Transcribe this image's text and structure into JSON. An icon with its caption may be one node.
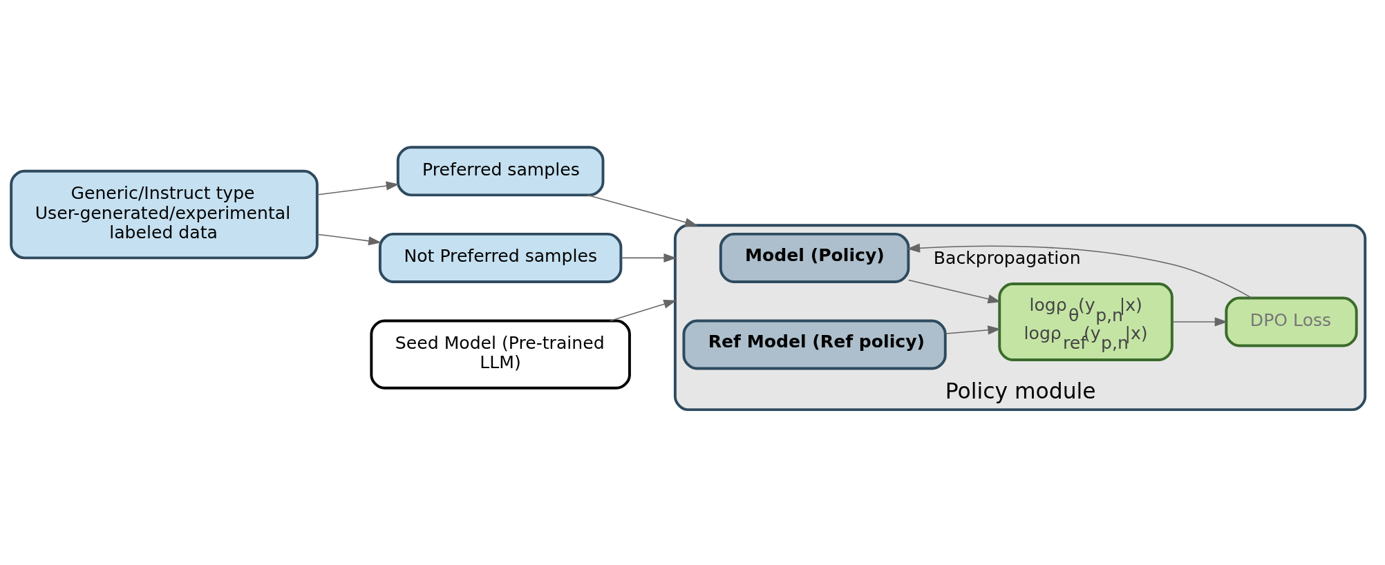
{
  "diagram": {
    "nodes": [
      {
        "text": [
          "Generic/Instruct type User-generated/experimental labeled data"
        ]
      },
      {
        "text": [
          "Preferred samples"
        ]
      },
      {
        "text": [
          "Not Preferred samples"
        ]
      },
      {
        "text": [
          "Seed Model (Pre-trained LLM)"
        ]
      },
      {
        "text": [
          "Policy module"
        ]
      },
      {
        "text": [
          "Model (Policy)"
        ],
        "in": 4
      },
      {
        "text": [
          "Ref Model (Ref policy)"
        ],
        "in": 4
      },
      {
        "text": [
          "logρ$_{θ}$(y$_{p,n}$|x)",
          "logρ$_{ref}$(y$_{p,n}$|x)"
        ],
        "in": 4
      },
      {
        "text": [
          "DPO Loss"
        ],
        "in": 4
      }
    ],
    "edges": [
      {
        "from": 0,
        "to": 1,
        "arrow": "to"
      },
      {
        "from": 0,
        "to": 2,
        "arrow": "to"
      },
      {
        "from": 1,
        "to": 4,
        "arrow": "to"
      },
      {
        "from": 2,
        "to": 4,
        "arrow": "to"
      },
      {
        "from": 3,
        "to": 4,
        "arrow": "to"
      },
      {
        "from": 5,
        "to": 7,
        "arrow": "to"
      },
      {
        "from": 6,
        "to": 7,
        "arrow": "to"
      },
      {
        "from": 7,
        "to": 8,
        "arrow": "to"
      },
      {
        "from": 8,
        "to": 4,
        "arrow": "to",
        "label": "Backpropagation"
      }
    ]
  }
}
